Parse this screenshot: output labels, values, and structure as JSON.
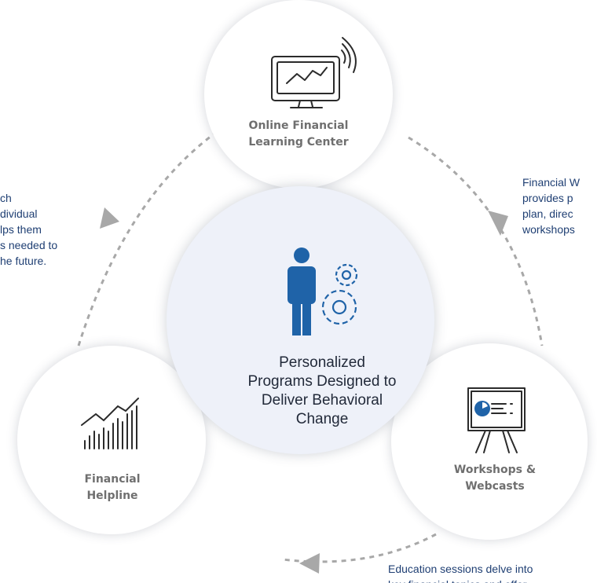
{
  "diagram": {
    "center": {
      "title_lines": [
        "Personalized",
        "Programs Designed to",
        "Deliver Behavioral",
        "Change"
      ],
      "icon": "person-with-gears-icon"
    },
    "nodes": {
      "online": {
        "label_lines": [
          "Online Financial",
          "Learning Center"
        ],
        "icon": "monitor-chart-wifi-icon"
      },
      "workshops": {
        "label_lines": [
          "Workshops &",
          "Webcasts"
        ],
        "icon": "presentation-board-icon"
      },
      "helpline": {
        "label_lines": [
          "Financial",
          "Helpline"
        ],
        "icon": "growth-bar-chart-icon"
      }
    },
    "notes": {
      "left": [
        "ch",
        "dividual",
        "lps them",
        "s needed to",
        "he future."
      ],
      "right": [
        "Financial W",
        "provides p",
        "plan, direc",
        "workshops"
      ],
      "bottom": [
        "Education sessions delve into",
        "key financial topics and offer"
      ]
    },
    "colors": {
      "icon_blue": "#1f63a8",
      "note_blue": "#1f3f73",
      "node_label_gray": "#6f6f6f",
      "center_fill": "#eef1f9",
      "arrow_gray": "#a8a8a8"
    }
  }
}
